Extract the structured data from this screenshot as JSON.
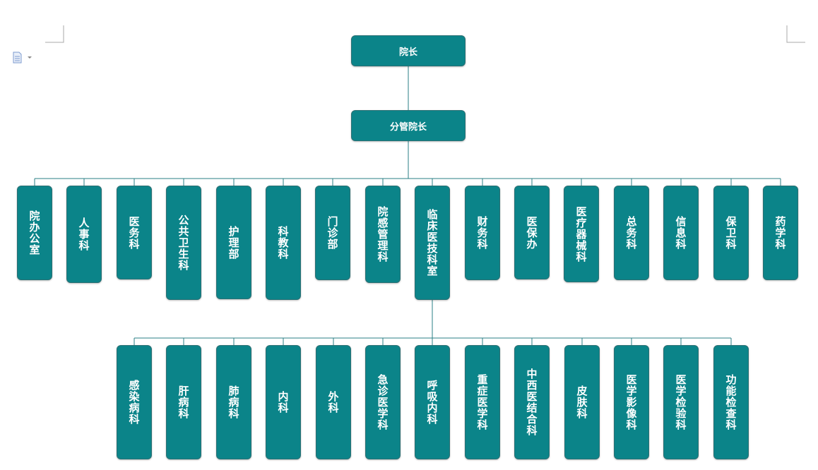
{
  "diagram": {
    "top": {
      "label": "院长"
    },
    "deputy": {
      "label": "分管院长"
    },
    "departments": [
      {
        "label": "院办公室"
      },
      {
        "label": "人事科"
      },
      {
        "label": "医务科"
      },
      {
        "label": "公共卫生科"
      },
      {
        "label": "护理部"
      },
      {
        "label": "科教科"
      },
      {
        "label": "门诊部"
      },
      {
        "label": "院感管理科"
      },
      {
        "label": "临床医技科室"
      },
      {
        "label": "财务科"
      },
      {
        "label": "医保办"
      },
      {
        "label": "医疗器械科"
      },
      {
        "label": "总务科"
      },
      {
        "label": "信息科"
      },
      {
        "label": "保卫科"
      },
      {
        "label": "药学科"
      }
    ],
    "clinical_sub": [
      {
        "label": "感染病科"
      },
      {
        "label": "肝病科"
      },
      {
        "label": "肺病科"
      },
      {
        "label": "内科"
      },
      {
        "label": "外科"
      },
      {
        "label": "急诊医学科"
      },
      {
        "label": "呼吸内科"
      },
      {
        "label": "重症医学科"
      },
      {
        "label": "中西医结合科"
      },
      {
        "label": "皮肤科"
      },
      {
        "label": "医学影像科"
      },
      {
        "label": "医学检验科"
      },
      {
        "label": "功能检查科"
      }
    ]
  },
  "colors": {
    "box": "#0b8489",
    "box_border": "#2a6f73",
    "connector": "#2a7f86",
    "text": "#ffffff"
  },
  "icons": {
    "doc": "document-icon"
  }
}
